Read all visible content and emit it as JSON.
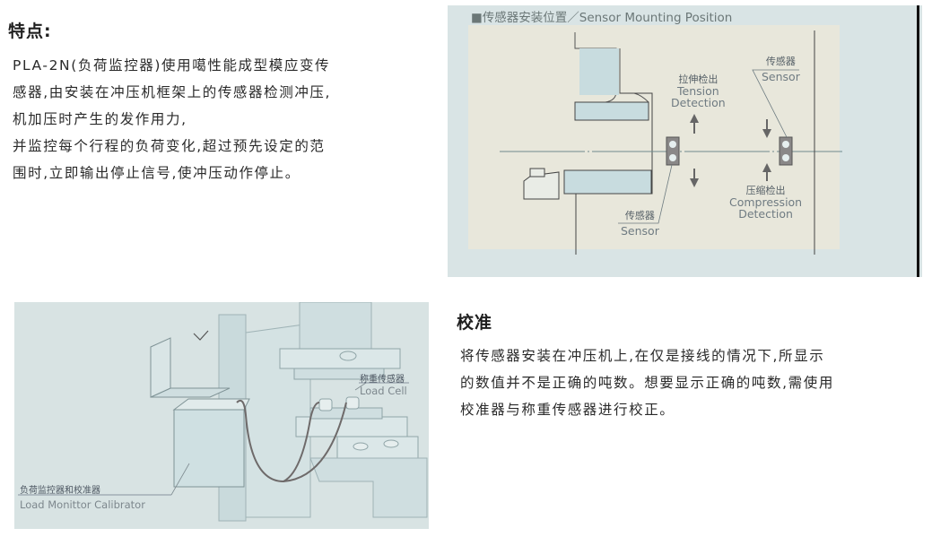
{
  "features": {
    "heading": "特点:",
    "lines": [
      "PLA-2N(负荷监控器)使用噶性能成型模应变传",
      "感器,由安装在冲压机框架上的传感器检测冲压,",
      "机加压时产生的发作用力,",
      "并监控每个行程的负荷变化,超过预先设定的范",
      "围时,立即输出停止信号,使冲压动作停止。"
    ]
  },
  "diagram": {
    "title": "■传感器安装位置／Sensor Mounting Position",
    "tension_cn": "拉伸检出",
    "tension_en1": "Tension",
    "tension_en2": "Detection",
    "compression_cn": "压缩检出",
    "compression_en1": "Compression",
    "compression_en2": "Detection",
    "sensor_left_cn": "传感器",
    "sensor_left_en": "Sensor",
    "sensor_right_cn": "传感器",
    "sensor_right_en": "Sensor"
  },
  "illustration": {
    "load_cell_cn": "称重传感器",
    "load_cell_en": "Load Cell",
    "calibrator_cn": "负荷监控器和校准器",
    "calibrator_en": "Load Monittor Calibrator"
  },
  "calibration": {
    "heading": "校准",
    "lines": [
      "将传感器安装在冲压机上,在仅是接线的情况下,所显示",
      "的数值并不是正确的吨数。想要显示正确的吨数,需使用",
      "校准器与称重传感器进行校正。"
    ]
  }
}
